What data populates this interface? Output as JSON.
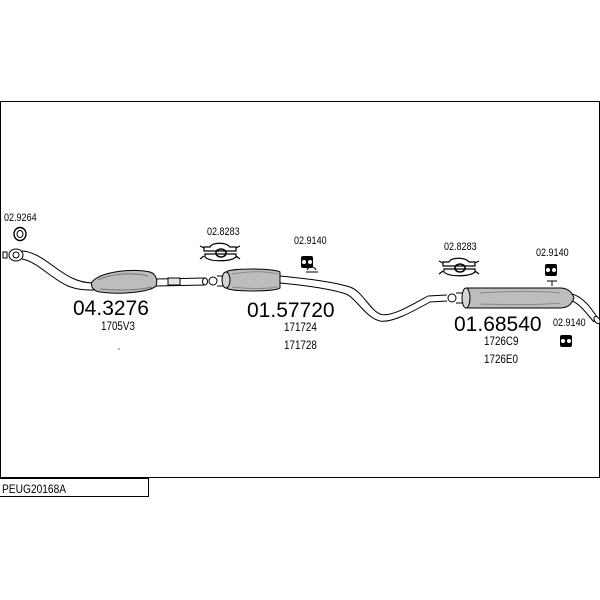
{
  "diagram_code": "PEUG20168A",
  "parts": {
    "front_pipe": {
      "number": "04.3276",
      "refs": [
        "1705V3"
      ]
    },
    "middle_silencer": {
      "number": "01.57720",
      "refs": [
        "171724",
        "171728"
      ]
    },
    "rear_silencer": {
      "number": "01.68540",
      "refs": [
        "1726C9",
        "1726E0"
      ]
    }
  },
  "accessories": {
    "gasket_front": "02.9264",
    "clamp_mid": "02.8283",
    "hanger_mid": "02.9140",
    "clamp_rear": "02.8283",
    "hanger_rear_top": "02.9140",
    "hanger_rear_bottom": "02.9140"
  },
  "colors": {
    "line": "#000000",
    "background": "#ffffff"
  }
}
